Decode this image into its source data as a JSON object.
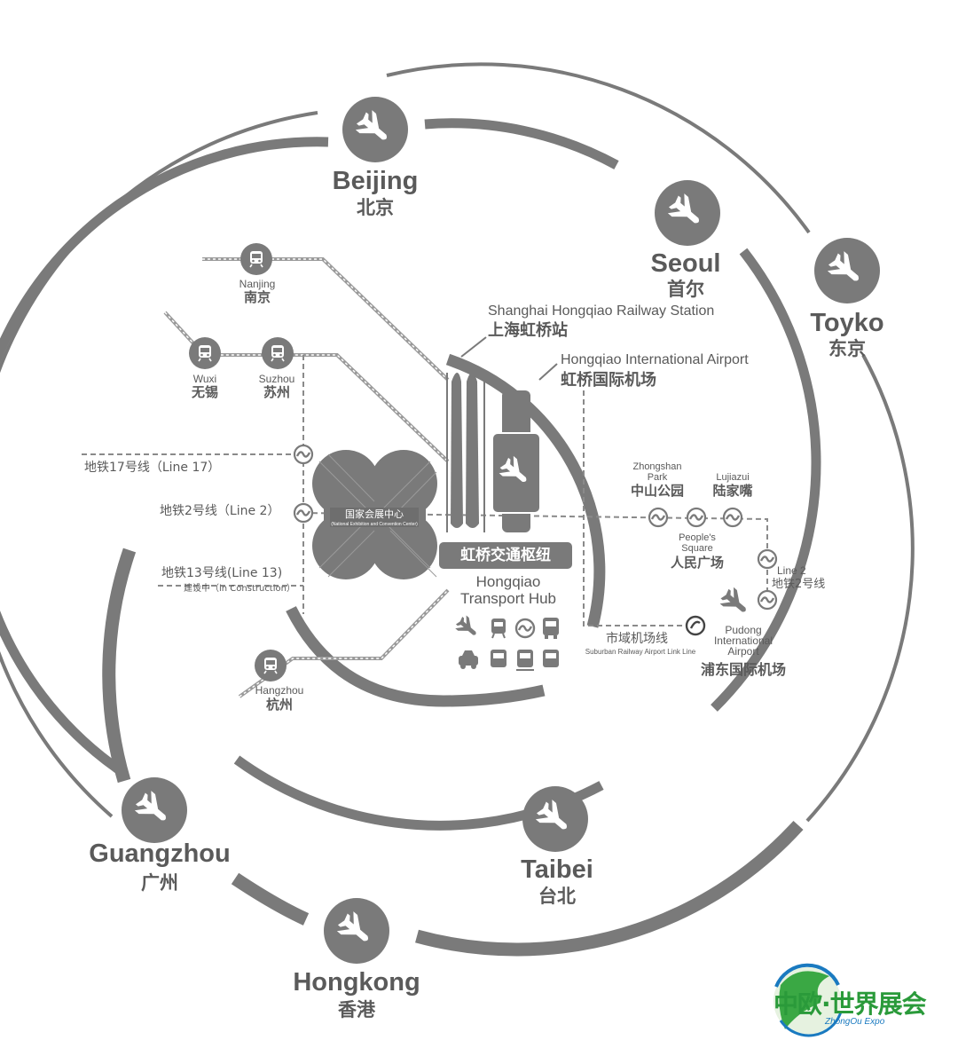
{
  "cities": {
    "beijing": {
      "en": "Beijing",
      "zh": "北京"
    },
    "seoul": {
      "en": "Seoul",
      "zh": "首尔"
    },
    "tokyo": {
      "en": "Toyko",
      "zh": "东京"
    },
    "guangzhou": {
      "en": "Guangzhou",
      "zh": "广州"
    },
    "taibei": {
      "en": "Taibei",
      "zh": "台北"
    },
    "hongkong": {
      "en": "Hongkong",
      "zh": "香港"
    }
  },
  "stations": {
    "nanjing": {
      "en": "Nanjing",
      "zh": "南京"
    },
    "wuxi": {
      "en": "Wuxi",
      "zh": "无锡"
    },
    "suzhou": {
      "en": "Suzhou",
      "zh": "苏州"
    },
    "hangzhou": {
      "en": "Hangzhou",
      "zh": "杭州"
    }
  },
  "railway_station": {
    "en": "Shanghai Hongqiao Railway Station",
    "zh": "上海虹桥站"
  },
  "hongqiao_airport": {
    "en": "Hongqiao International Airport",
    "zh": "虹桥国际机场"
  },
  "metro": {
    "line17": "地铁17号线（Line 17）",
    "line2": "地铁2号线（Line 2）",
    "line13": "地铁13号线(Line 13)",
    "line13_note": "建设中（in Construction）",
    "line2_right_en": "Line 2",
    "line2_right_zh": "地铁2号线"
  },
  "convention_center": {
    "zh": "国家会展中心",
    "en": "(National Exhibition and Convention Center)"
  },
  "hub": {
    "zh": "虹桥交通枢纽",
    "en_line1": "Hongqiao",
    "en_line2": "Transport Hub"
  },
  "zhongshan": {
    "en_line1": "Zhongshan",
    "en_line2": "Park",
    "zh": "中山公园"
  },
  "lujiazui": {
    "en": "Lujiazui",
    "zh": "陆家嘴"
  },
  "peoples_square": {
    "en_line1": "People's",
    "en_line2": "Square",
    "zh": "人民广场"
  },
  "pudong": {
    "en_line1": "Pudong",
    "en_line2": "International",
    "en_line3": "Airport",
    "zh": "浦东国际机场"
  },
  "airport_link": {
    "zh": "市域机场线",
    "en": "Suburban Railway Airport Link Line"
  },
  "logo": {
    "text": "中欧·世界展会",
    "sub": "ZhongOu Expo"
  },
  "colors": {
    "map_gray": "#7a7a7a",
    "line_gray": "#9a9a9a",
    "logo_green": "#2a9a3a",
    "logo_blue": "#1a7ac0"
  }
}
